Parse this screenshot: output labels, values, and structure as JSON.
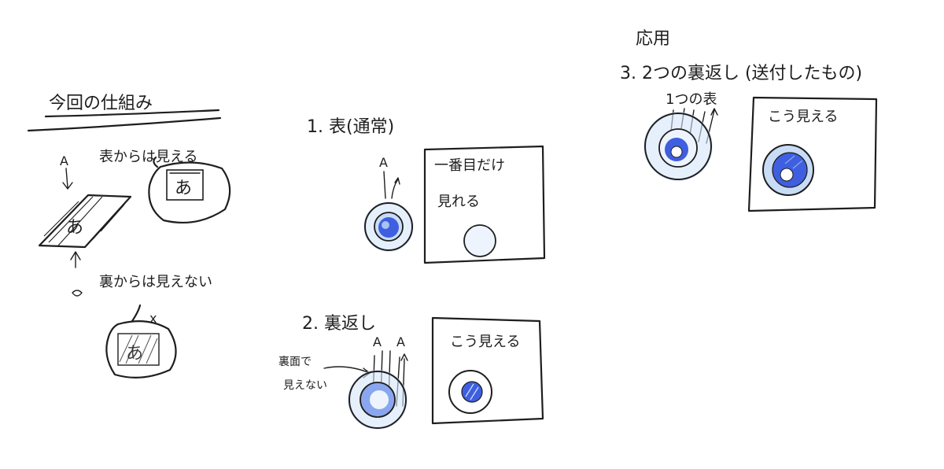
{
  "mechanism": {
    "title": "今回の仕組み",
    "front_visible": "表からは見える",
    "back_invisible": "裏からは見えない",
    "glyph": "あ",
    "eye_mark": "A",
    "cross_mark": "x"
  },
  "step1": {
    "heading": "1. 表(通常)",
    "eye_mark": "A",
    "box_text_line1": "一番目だけ",
    "box_text_line2": "見れる"
  },
  "step2": {
    "heading": "2. 裏返し",
    "eye_marks": [
      "A",
      "A"
    ],
    "side_note_line1": "裏面で",
    "side_note_line2": "見えない",
    "box_text": "こう見える"
  },
  "step3": {
    "applied_label": "応用",
    "heading": "3. 2つの裏返し (送付したもの)",
    "sub_label": "1つの表",
    "box_text": "こう見える"
  },
  "colors": {
    "ink": "#1e1e1e",
    "blue_dark": "#3f5fe0",
    "blue_light": "#c9dcf6",
    "blue_mid": "#8aa6ee"
  }
}
